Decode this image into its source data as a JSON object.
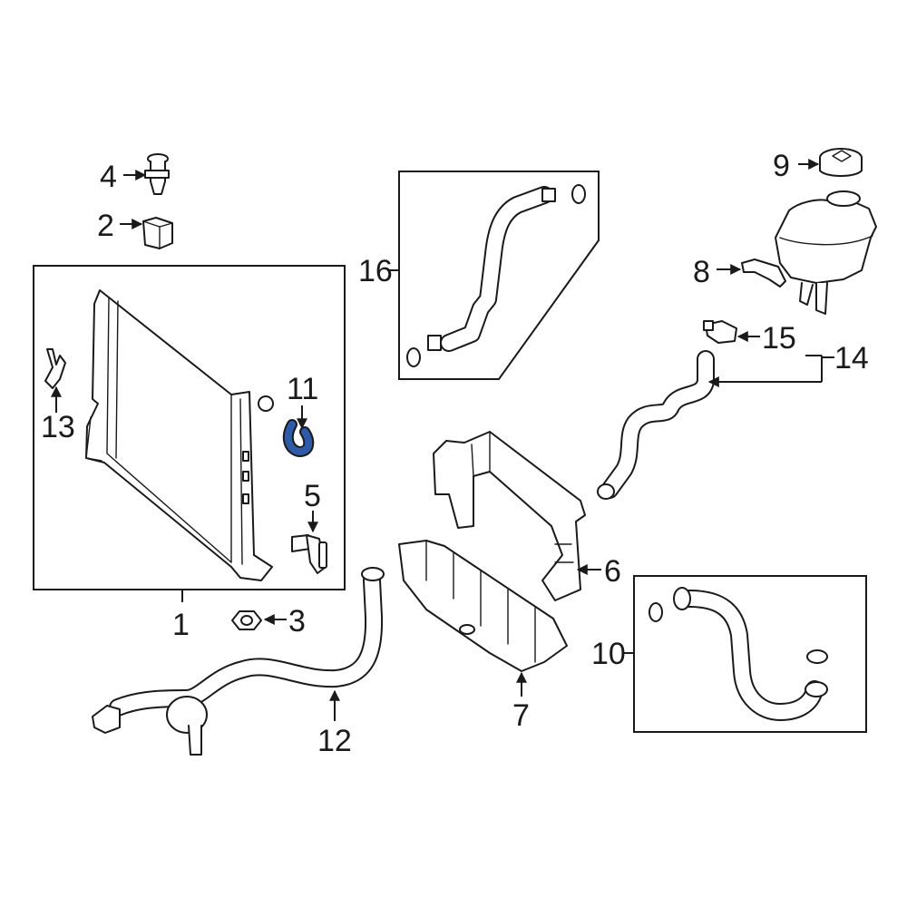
{
  "callouts": {
    "c1": "1",
    "c2": "2",
    "c3": "3",
    "c4": "4",
    "c5": "5",
    "c6": "6",
    "c7": "7",
    "c8": "8",
    "c9": "9",
    "c10": "10",
    "c11": "11",
    "c12": "12",
    "c13": "13",
    "c14": "14",
    "c15": "15",
    "c16": "16"
  },
  "colors": {
    "line": "#1a1a1a",
    "highlight": "#2f5aa8",
    "background": "#ffffff"
  }
}
